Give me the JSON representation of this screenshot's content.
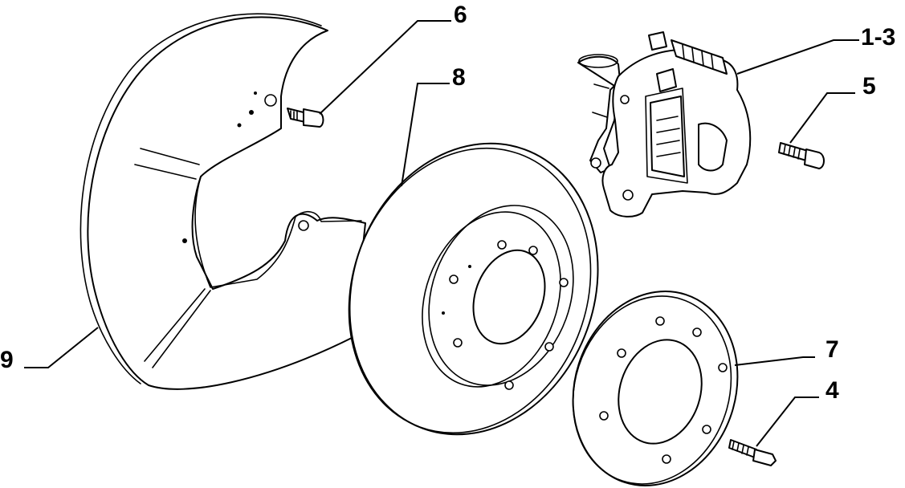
{
  "callouts": {
    "item_1_3": "1-3",
    "item_4": "4",
    "item_5": "5",
    "item_6": "6",
    "item_7": "7",
    "item_8": "8",
    "item_9": "9"
  }
}
